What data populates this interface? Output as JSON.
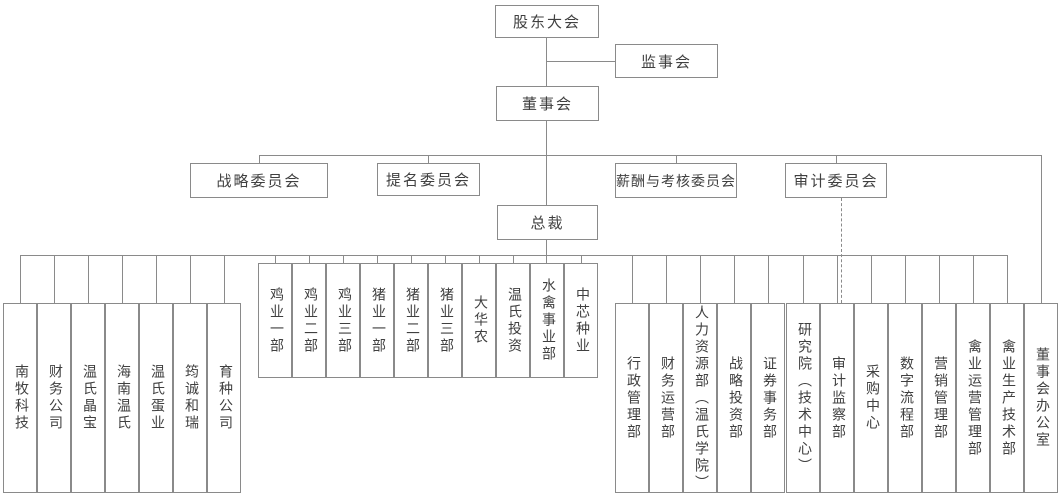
{
  "nodes": {
    "shareholders_meeting": "股东大会",
    "supervisory_board": "监事会",
    "board_of_directors": "董事会",
    "president": "总裁"
  },
  "committees": [
    "战略委员会",
    "提名委员会",
    "薪酬与考核委员会",
    "审计委员会"
  ],
  "subsidiaries": [
    "南牧科技",
    "财务公司",
    "温氏晶宝",
    "海南温氏",
    "温氏蛋业",
    "筠诚和瑞",
    "育种公司"
  ],
  "business_divisions": [
    "鸡业一部",
    "鸡业二部",
    "鸡业三部",
    "猪业一部",
    "猪业二部",
    "猪业三部",
    "大华农",
    "温氏投资",
    "水禽事业部",
    "中芯种业"
  ],
  "departments": [
    "行政管理部",
    "财务运营部",
    "人力资源部（温氏学院）",
    "战略投资部",
    "证券事务部",
    "研究院（技术中心）",
    "审计监察部",
    "采购中心",
    "数字流程部",
    "营销管理部",
    "禽业运营管理部",
    "禽业生产技术部",
    "董事会办公室"
  ],
  "colors": {
    "line": "#8a8a8a",
    "text": "#404040",
    "background": "#ffffff"
  }
}
